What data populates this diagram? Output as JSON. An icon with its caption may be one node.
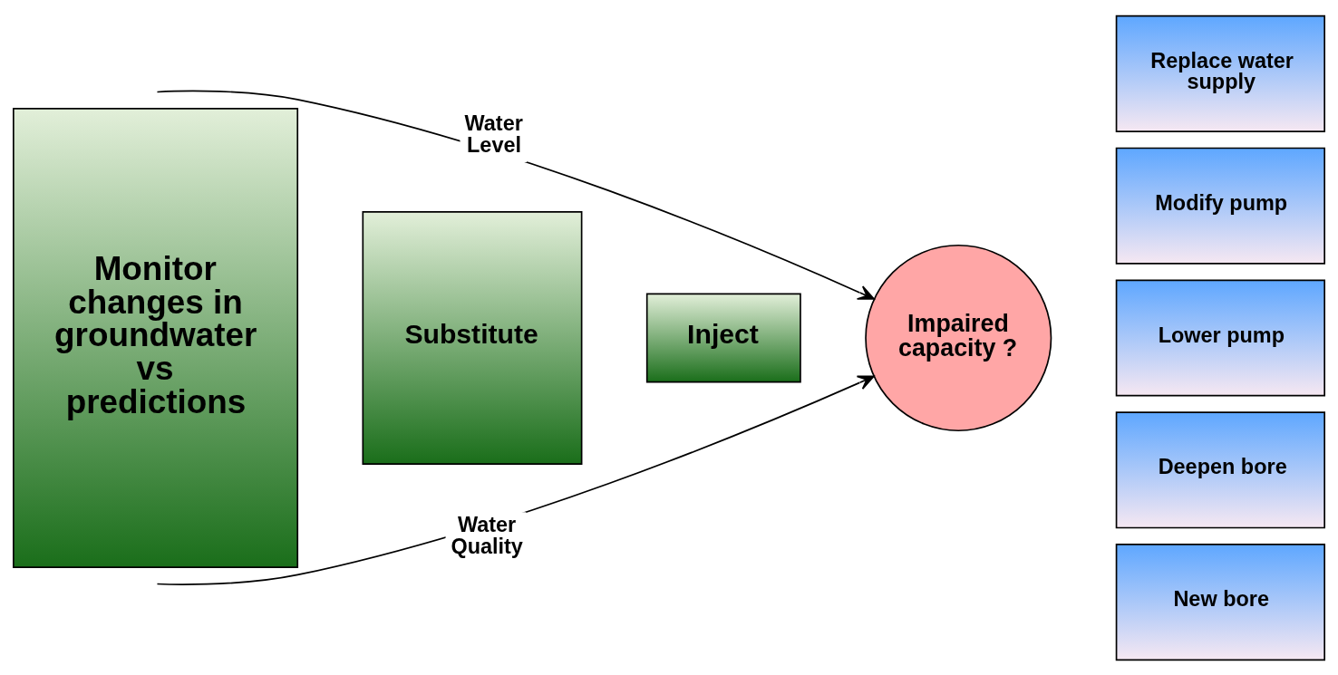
{
  "diagram": {
    "nodes": [
      {
        "text": [
          "Monitor changes in groundwater vs predictions"
        ]
      },
      {
        "text": [
          "Substitute"
        ]
      },
      {
        "text": [
          "Inject"
        ]
      },
      {
        "text": [
          "Impaired capacity ?"
        ]
      },
      {
        "text": [
          "Replace water supply"
        ]
      },
      {
        "text": [
          "Modify pump"
        ]
      },
      {
        "text": [
          "Lower pump"
        ]
      },
      {
        "text": [
          "Deepen bore"
        ]
      },
      {
        "text": [
          "New bore"
        ]
      }
    ],
    "edges": [
      {
        "from": null,
        "to": 3,
        "arrow": "to",
        "label": "Water Level"
      },
      {
        "from": null,
        "to": 3,
        "arrow": "to",
        "label": "Water Quality"
      }
    ]
  }
}
